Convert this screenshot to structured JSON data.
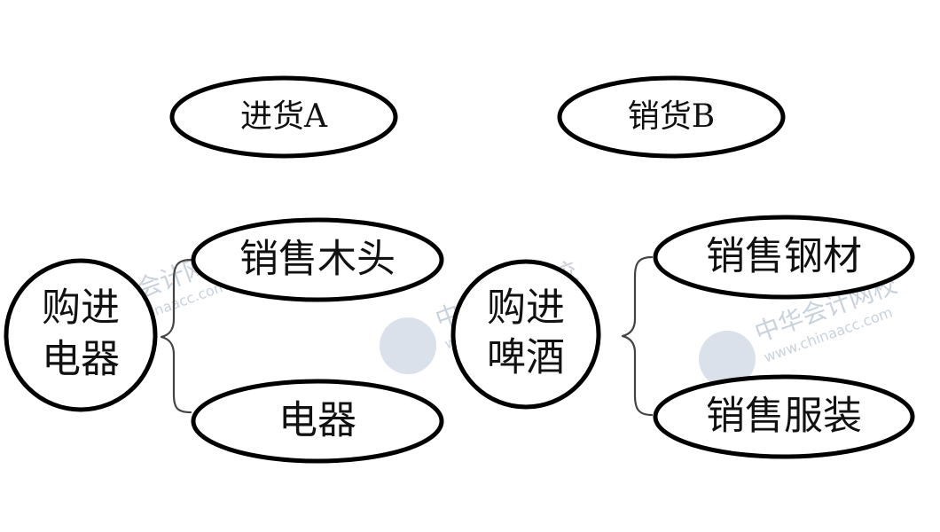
{
  "nodes": {
    "jinhuo_a": "进货A",
    "xiaohuo_b": "销货B",
    "left_root_line1": "购进",
    "left_root_line2": "电器",
    "right_root_line1": "购进",
    "right_root_line2": "啤酒",
    "left_top": "销售木头",
    "left_bottom": "电器",
    "right_top": "销售钢材",
    "right_bottom": "销售服装"
  },
  "watermark": {
    "brand": "中华会计网校",
    "url": "www.chinaacc.com"
  }
}
